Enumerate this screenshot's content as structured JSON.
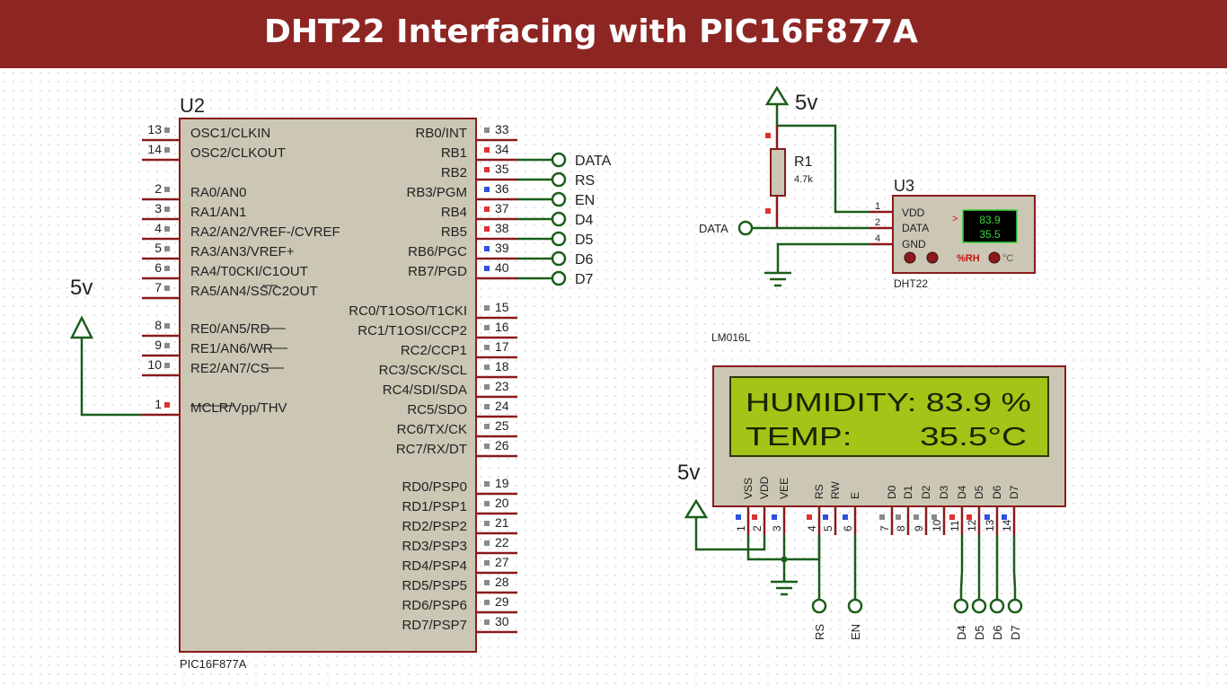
{
  "title": "DHT22 Interfacing with PIC16F877A",
  "colors": {
    "banner": "#8d2623",
    "wire": "#1a5e1a",
    "pin": "#8b1a1a",
    "chip_fill": "#cbc7b4",
    "chip_border": "#8b1a1a",
    "lcd_screen": "#a4c417",
    "lcd_body": "#cbc7b4",
    "sensor_display": "#000000",
    "sensor_text": "#39d939"
  },
  "mcu": {
    "ref": "U2",
    "part": "PIC16F877A",
    "left_pins": [
      {
        "num": "13",
        "label": "OSC1/CLKIN"
      },
      {
        "num": "14",
        "label": "OSC2/CLKOUT"
      },
      {
        "num": "2",
        "label": "RA0/AN0"
      },
      {
        "num": "3",
        "label": "RA1/AN1"
      },
      {
        "num": "4",
        "label": "RA2/AN2/VREF-/CVREF"
      },
      {
        "num": "5",
        "label": "RA3/AN3/VREF+"
      },
      {
        "num": "6",
        "label": "RA4/T0CKI/C1OUT"
      },
      {
        "num": "7",
        "label": "RA5/AN4/SS/C2OUT"
      },
      {
        "num": "8",
        "label": "RE0/AN5/RD"
      },
      {
        "num": "9",
        "label": "RE1/AN6/WR"
      },
      {
        "num": "10",
        "label": "RE2/AN7/CS"
      },
      {
        "num": "1",
        "label": "MCLR/Vpp/THV"
      }
    ],
    "right_pins": [
      {
        "num": "33",
        "label": "RB0/INT"
      },
      {
        "num": "34",
        "label": "RB1"
      },
      {
        "num": "35",
        "label": "RB2"
      },
      {
        "num": "36",
        "label": "RB3/PGM"
      },
      {
        "num": "37",
        "label": "RB4"
      },
      {
        "num": "38",
        "label": "RB5"
      },
      {
        "num": "39",
        "label": "RB6/PGC"
      },
      {
        "num": "40",
        "label": "RB7/PGD"
      },
      {
        "num": "15",
        "label": "RC0/T1OSO/T1CKI"
      },
      {
        "num": "16",
        "label": "RC1/T1OSI/CCP2"
      },
      {
        "num": "17",
        "label": "RC2/CCP1"
      },
      {
        "num": "18",
        "label": "RC3/SCK/SCL"
      },
      {
        "num": "23",
        "label": "RC4/SDI/SDA"
      },
      {
        "num": "24",
        "label": "RC5/SDO"
      },
      {
        "num": "25",
        "label": "RC6/TX/CK"
      },
      {
        "num": "26",
        "label": "RC7/RX/DT"
      },
      {
        "num": "19",
        "label": "RD0/PSP0"
      },
      {
        "num": "20",
        "label": "RD1/PSP1"
      },
      {
        "num": "21",
        "label": "RD2/PSP2"
      },
      {
        "num": "22",
        "label": "RD3/PSP3"
      },
      {
        "num": "27",
        "label": "RD4/PSP4"
      },
      {
        "num": "28",
        "label": "RD5/PSP5"
      },
      {
        "num": "29",
        "label": "RD6/PSP6"
      },
      {
        "num": "30",
        "label": "RD7/PSP7"
      }
    ],
    "port_b_terminals": [
      "DATA",
      "RS",
      "EN",
      "D4",
      "D5",
      "D6",
      "D7"
    ],
    "mclr_power": "5v"
  },
  "sensor": {
    "ref": "U3",
    "part": "DHT22",
    "power": "5v",
    "resistor_ref": "R1",
    "resistor_value": "4.7k",
    "data_terminal": "DATA",
    "pins": [
      {
        "num": "1",
        "label": "VDD"
      },
      {
        "num": "2",
        "label": "DATA"
      },
      {
        "num": "4",
        "label": "GND"
      }
    ],
    "humidity_value": "83.9",
    "temp_value": "35.5",
    "arrow": ">",
    "unit_rh": "%RH",
    "unit_c": "°C"
  },
  "lcd": {
    "part": "LM016L",
    "line1": "HUMIDITY: 83.9 %",
    "line2": "TEMP:       35.5°C",
    "power": "5v",
    "pin_labels": [
      "VSS",
      "VDD",
      "VEE",
      "RS",
      "RW",
      "E",
      "D0",
      "D1",
      "D2",
      "D3",
      "D4",
      "D5",
      "D6",
      "D7"
    ],
    "pin_numbers": [
      "1",
      "2",
      "3",
      "4",
      "5",
      "6",
      "7",
      "8",
      "9",
      "10",
      "11",
      "12",
      "13",
      "14"
    ],
    "terminals": [
      "RS",
      "EN",
      "D4",
      "D5",
      "D6",
      "D7"
    ]
  }
}
